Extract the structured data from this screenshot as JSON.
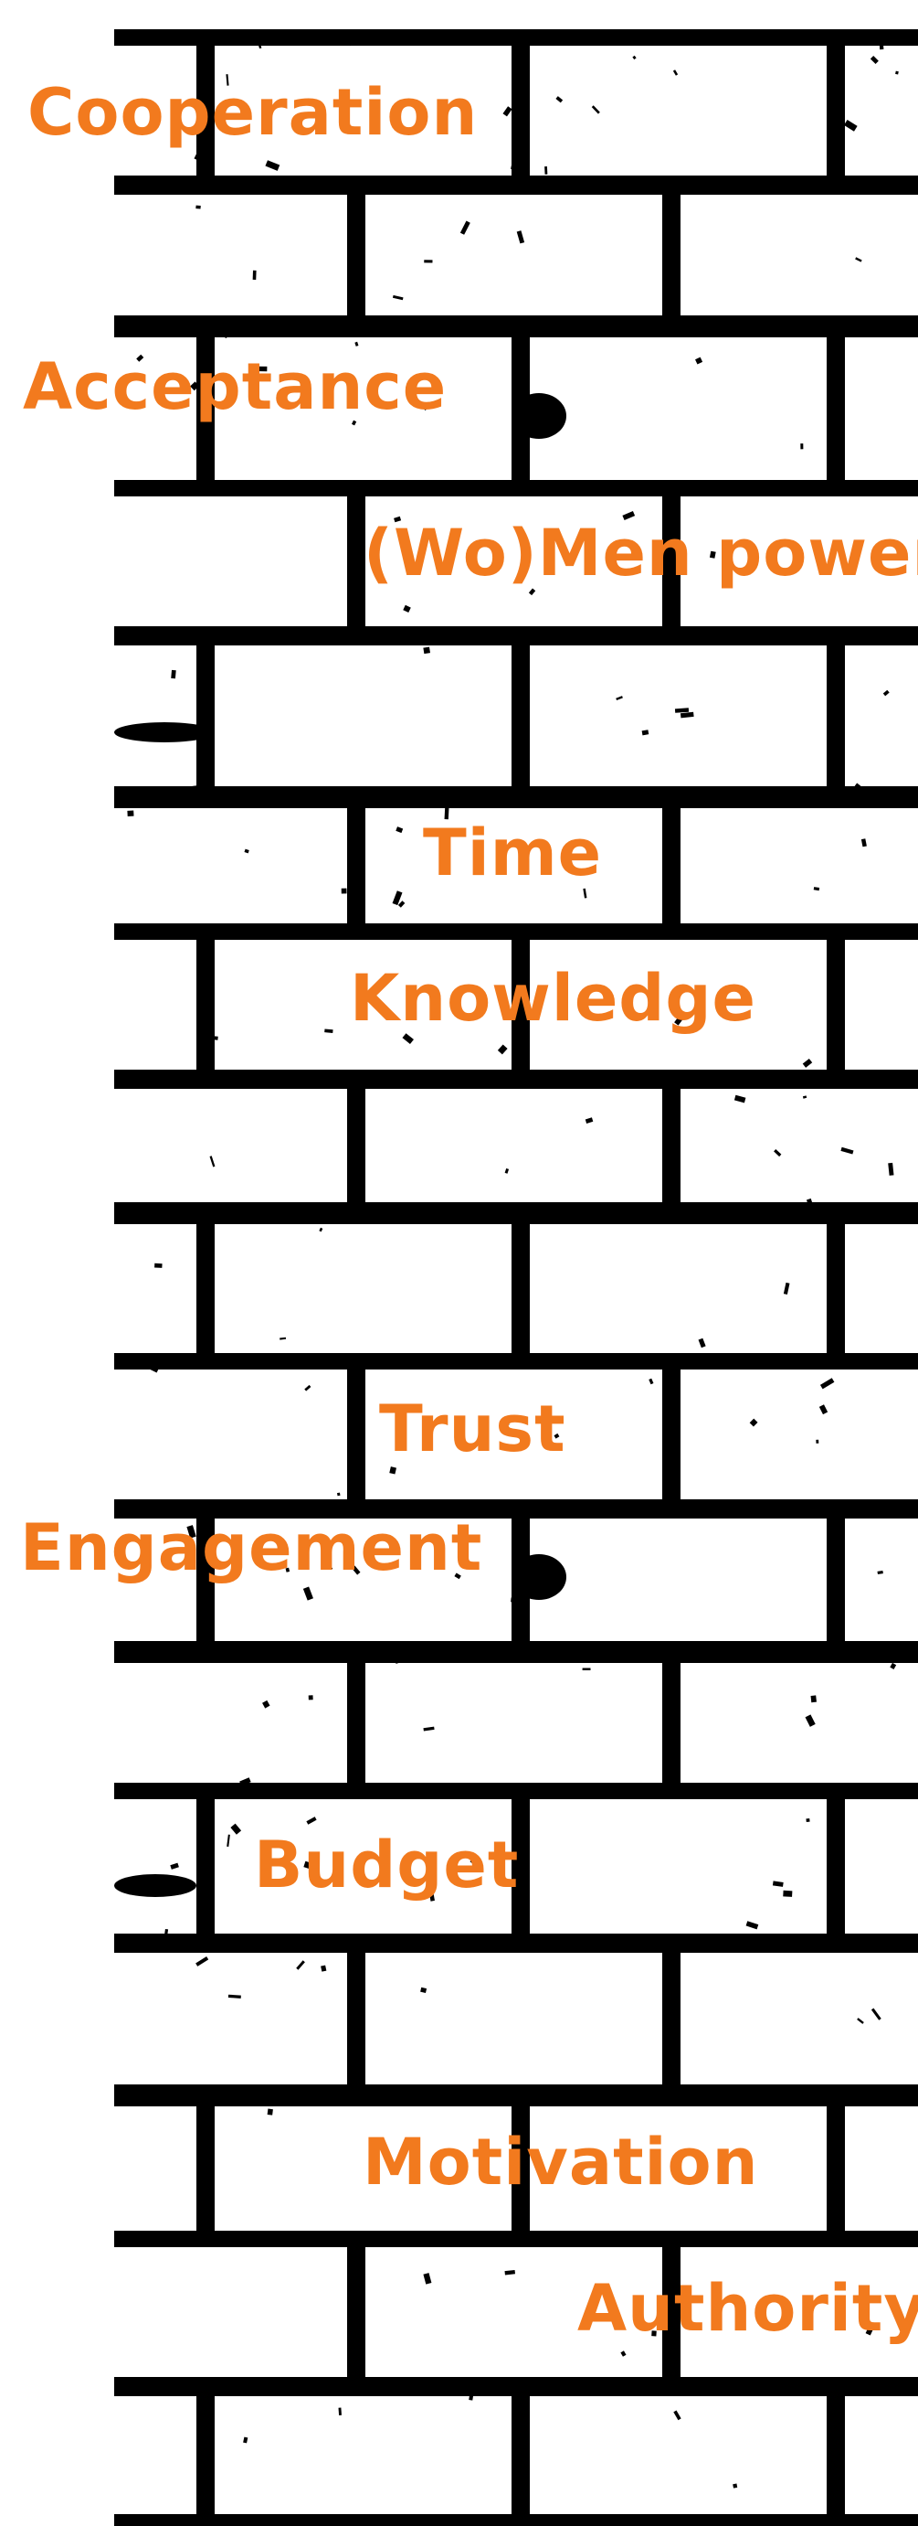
{
  "labels": {
    "cooperation": "Cooperation",
    "acceptance": "Acceptance",
    "women_power": "(Wo)Men power",
    "time": "Time",
    "knowledge": "Knowledge",
    "trust": "Trust",
    "engagement": "Engagement",
    "budget": "Budget",
    "motivation": "Motivation",
    "authority": "Authority"
  },
  "colors": {
    "label": "#f27a1e",
    "mortar": "#000000",
    "brick": "#ffffff"
  }
}
